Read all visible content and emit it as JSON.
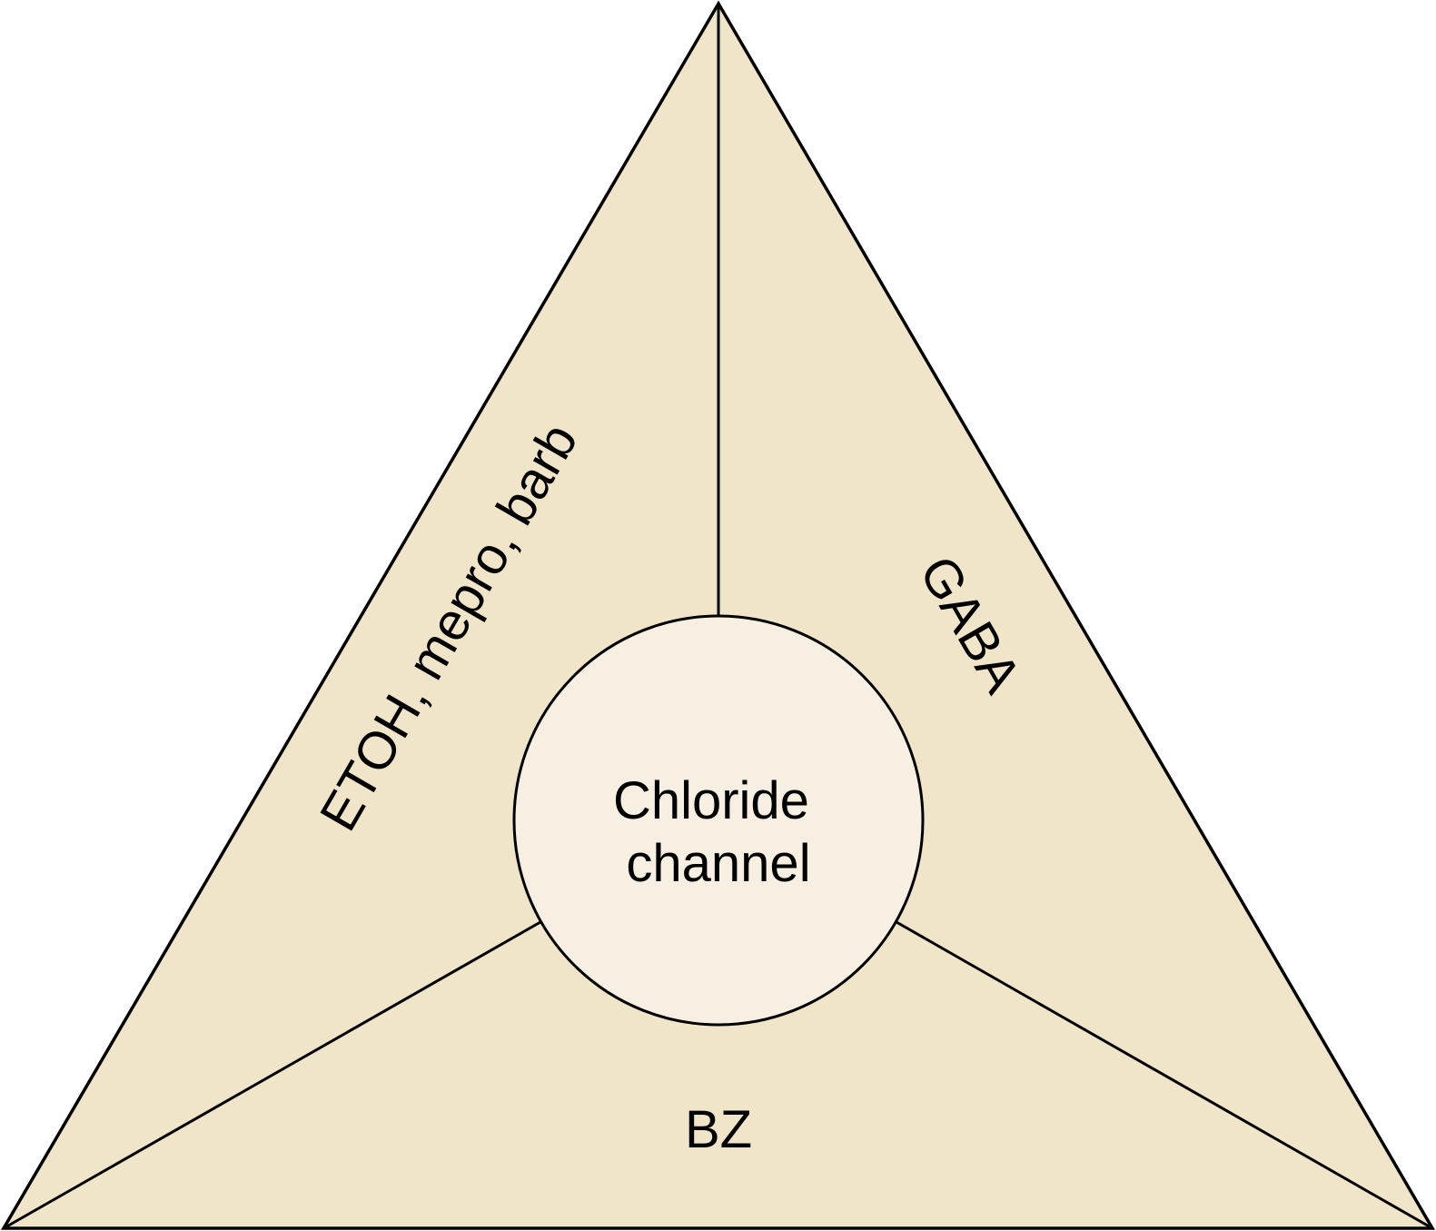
{
  "colors": {
    "triangle_fill": "#F0E4C9",
    "circle_fill": "#F7F0E2",
    "stroke": "#000000"
  },
  "diagram": {
    "center_label_line1": "Chloride",
    "center_label_line2": "channel",
    "left_site_label": "ETOH, mepro, barb",
    "right_site_label": "GABA",
    "bottom_site_label": "BZ"
  }
}
